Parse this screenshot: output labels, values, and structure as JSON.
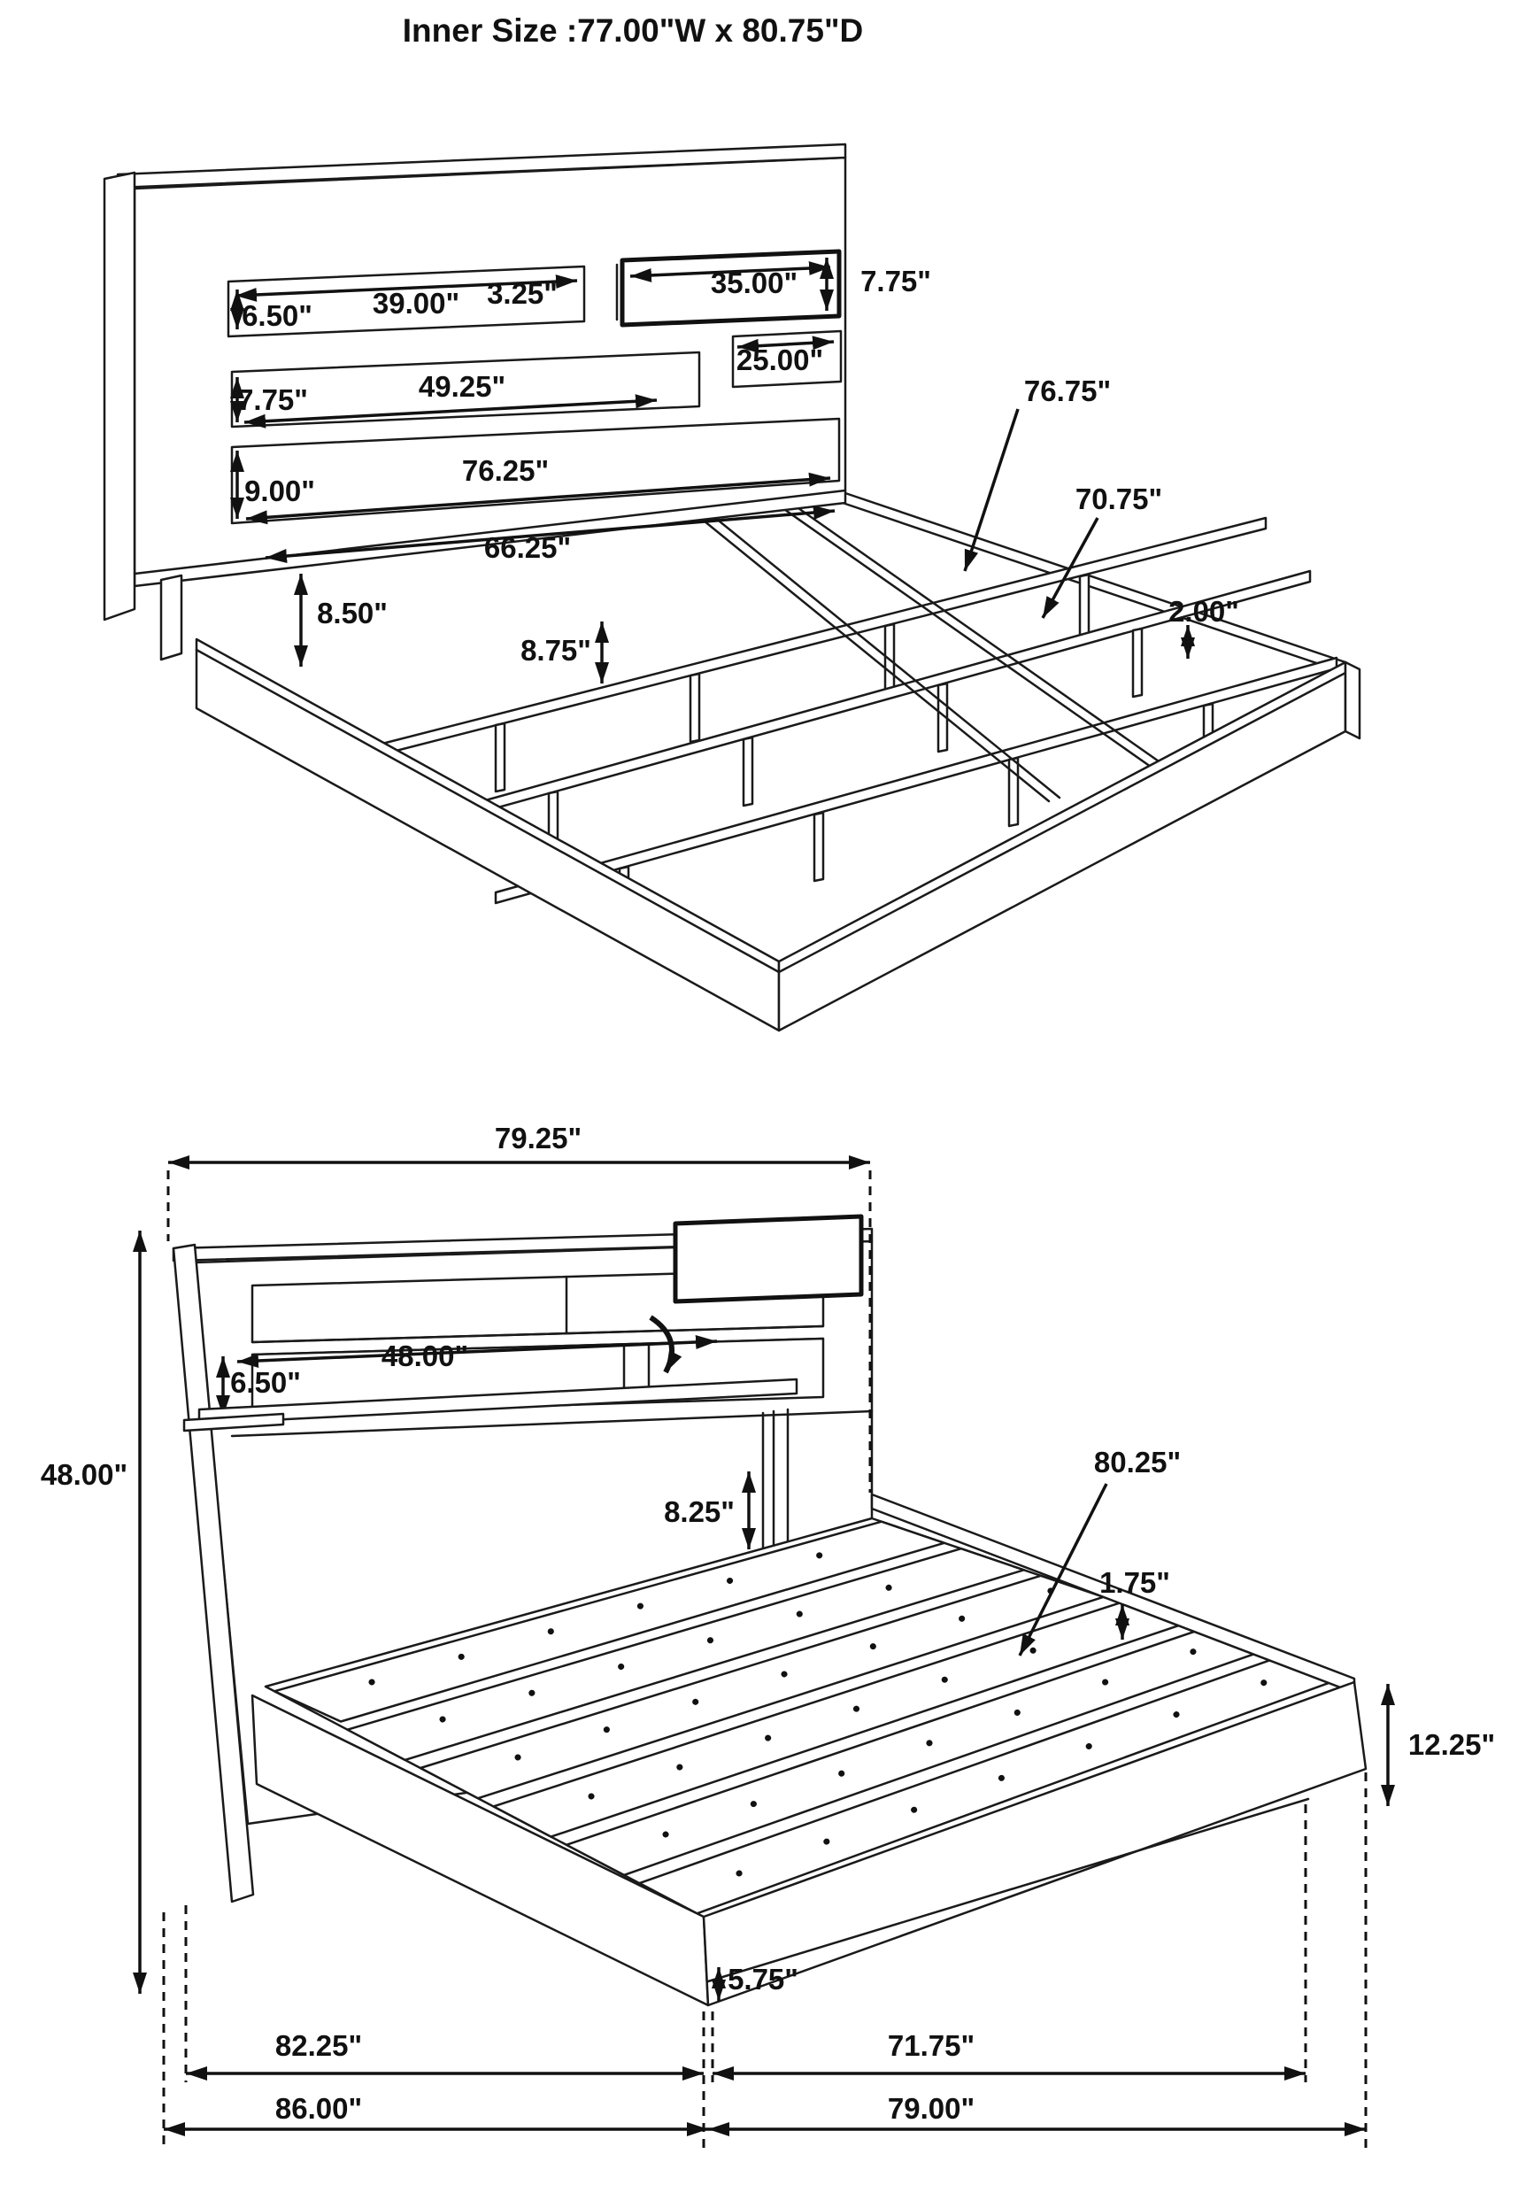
{
  "title": "Inner Size :77.00\"W x 80.75\"D",
  "colors": {
    "line": "#1a1a1a",
    "background": "#ffffff",
    "text": "#111111"
  },
  "top_view": {
    "description": "Bed frame internal structure, isometric view with bookcase headboard",
    "dims": [
      {
        "id": "top-shelf-opening-height",
        "text": "6.50\""
      },
      {
        "id": "top-shelf-opening-width",
        "text": "39.00\""
      },
      {
        "id": "top-shelf-divider-width",
        "text": "3.25\""
      },
      {
        "id": "right-cubby-width",
        "text": "35.00\""
      },
      {
        "id": "right-cubby-height",
        "text": "7.75\""
      },
      {
        "id": "lower-right-cubby-width",
        "text": "25.00\""
      },
      {
        "id": "middle-shelf-opening-height",
        "text": "7.75\""
      },
      {
        "id": "middle-shelf-opening-width",
        "text": "49.25\""
      },
      {
        "id": "bottom-panel-height",
        "text": "9.00\""
      },
      {
        "id": "bottom-panel-width",
        "text": "76.25\""
      },
      {
        "id": "inner-rail-span",
        "text": "66.25\""
      },
      {
        "id": "headboard-clearance-height",
        "text": "8.50\""
      },
      {
        "id": "support-leg-height",
        "text": "8.75\""
      },
      {
        "id": "cross-rail-length",
        "text": "76.75\""
      },
      {
        "id": "center-rail-length",
        "text": "70.75\""
      },
      {
        "id": "rail-lip-height",
        "text": "2.00\""
      }
    ]
  },
  "bottom_view": {
    "description": "Assembled bed with slat deck, front view with flip-down headboard shelf",
    "dims": [
      {
        "id": "headboard-width",
        "text": "79.25\""
      },
      {
        "id": "headboard-height",
        "text": "48.00\""
      },
      {
        "id": "flip-shelf-width",
        "text": "48.00\""
      },
      {
        "id": "flip-shelf-height",
        "text": "6.50\""
      },
      {
        "id": "deck-to-shelf-height",
        "text": "8.25\""
      },
      {
        "id": "slat-deck-length",
        "text": "80.25\""
      },
      {
        "id": "side-rail-lip",
        "text": "1.75\""
      },
      {
        "id": "platform-height",
        "text": "12.25\""
      },
      {
        "id": "front-rail-lip",
        "text": "5.75\""
      },
      {
        "id": "headboard-to-front-span",
        "text": "82.25\""
      },
      {
        "id": "deck-span",
        "text": "71.75\""
      },
      {
        "id": "overall-depth",
        "text": "86.00\""
      },
      {
        "id": "frame-width",
        "text": "79.00\""
      }
    ]
  }
}
